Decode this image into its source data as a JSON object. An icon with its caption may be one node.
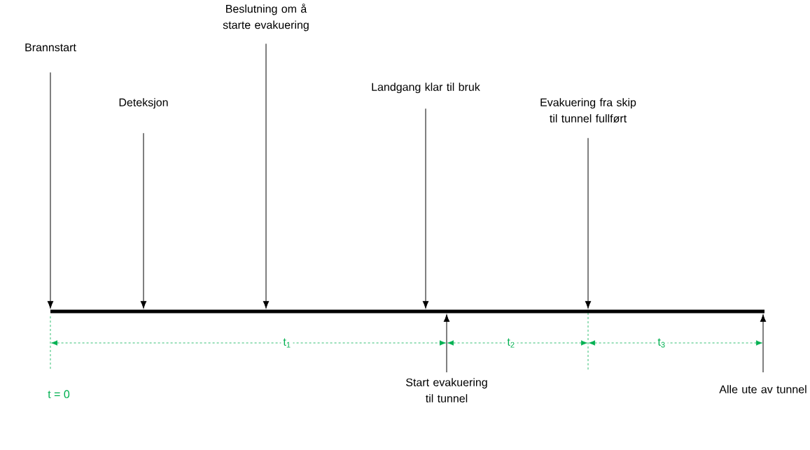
{
  "diagram": {
    "nodes": [
      {
        "text": [
          "Brannstart"
        ]
      },
      {
        "text": [
          "Deteksjon"
        ]
      },
      {
        "text": [
          "Beslutning om å starte evakuering"
        ]
      },
      {
        "text": [
          "Landgang klar til bruk"
        ]
      },
      {
        "text": [
          "Evakuering fra skip til tunnel fullført"
        ]
      },
      {
        "text": [],
        "shape": "bar"
      },
      {
        "text": [
          "Start evakuering til tunnel"
        ]
      },
      {
        "text": [
          "Alle ute av tunnel"
        ]
      }
    ],
    "edges": [
      {
        "from": 0,
        "to": 5,
        "arrow": "to"
      },
      {
        "from": 1,
        "to": 5,
        "arrow": "to"
      },
      {
        "from": 2,
        "to": 5,
        "arrow": "to"
      },
      {
        "from": 3,
        "to": 5,
        "arrow": "to"
      },
      {
        "from": 4,
        "to": 5,
        "arrow": "to"
      },
      {
        "from": 6,
        "to": 5,
        "arrow": "to"
      },
      {
        "from": 7,
        "to": 5,
        "arrow": "to"
      }
    ],
    "labels": [
      "t$_{1}$",
      "t$_{2}$",
      "t$_{3}$",
      "t = 0"
    ]
  }
}
